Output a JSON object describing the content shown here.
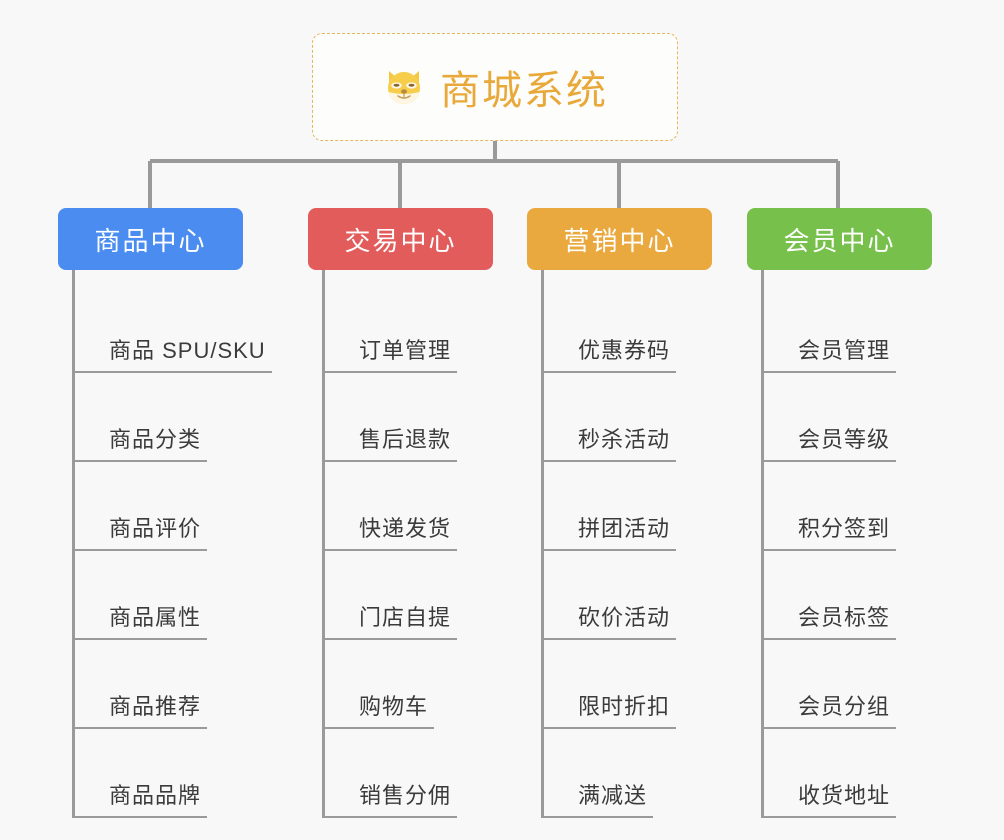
{
  "page": {
    "background_color": "#f8f8f8",
    "diagram_type": "organization-tree"
  },
  "root": {
    "icon": "shiba-dog-face-icon",
    "title": "商城系统",
    "title_color": "#e8a93a",
    "border_color": "#e8b45c",
    "border_style": "dashed"
  },
  "connector": {
    "color": "#9a9a9a"
  },
  "columns": [
    {
      "id": "product-center",
      "header": "商品中心",
      "color": "#4a8cf0",
      "items": [
        "商品 SPU/SKU",
        "商品分类",
        "商品评价",
        "商品属性",
        "商品推荐",
        "商品品牌"
      ]
    },
    {
      "id": "trade-center",
      "header": "交易中心",
      "color": "#e25c5c",
      "items": [
        "订单管理",
        "售后退款",
        "快递发货",
        "门店自提",
        "购物车",
        "销售分佣"
      ]
    },
    {
      "id": "marketing-center",
      "header": "营销中心",
      "color": "#eaa93f",
      "items": [
        "优惠券码",
        "秒杀活动",
        "拼团活动",
        "砍价活动",
        "限时折扣",
        "满减送"
      ]
    },
    {
      "id": "member-center",
      "header": "会员中心",
      "color": "#77c04b",
      "items": [
        "会员管理",
        "会员等级",
        "积分签到",
        "会员标签",
        "会员分组",
        "收货地址"
      ]
    }
  ]
}
